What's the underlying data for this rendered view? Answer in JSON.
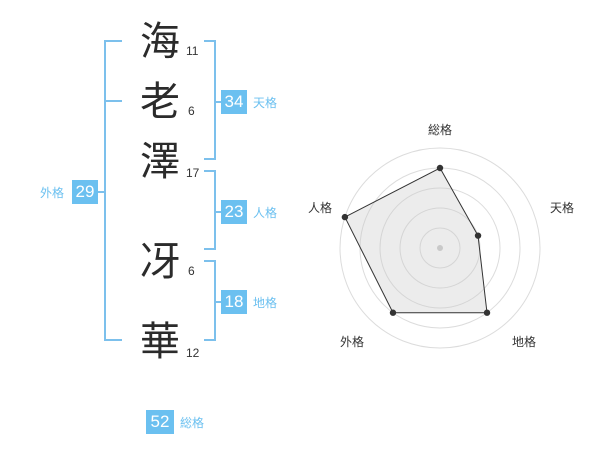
{
  "name": {
    "characters": [
      {
        "char": "海",
        "strokes": "11"
      },
      {
        "char": "老",
        "strokes": "6"
      },
      {
        "char": "澤",
        "strokes": "17"
      },
      {
        "char": "冴",
        "strokes": "6"
      },
      {
        "char": "華",
        "strokes": "12"
      }
    ]
  },
  "fortunes": {
    "tenkaku": {
      "value": "34",
      "label": "天格"
    },
    "jinkaku": {
      "value": "23",
      "label": "人格"
    },
    "chikaku": {
      "value": "18",
      "label": "地格"
    },
    "gaikaku": {
      "value": "29",
      "label": "外格"
    },
    "soukaku": {
      "value": "52",
      "label": "総格"
    }
  },
  "colors": {
    "accent": "#6bc0f0",
    "bracket": "#7cc0ec"
  },
  "chart_data": {
    "type": "radar",
    "axes": [
      "総格",
      "天格",
      "地格",
      "外格",
      "人格"
    ],
    "values": [
      4,
      2,
      4,
      4,
      5
    ],
    "max": 5,
    "rings": 5
  }
}
